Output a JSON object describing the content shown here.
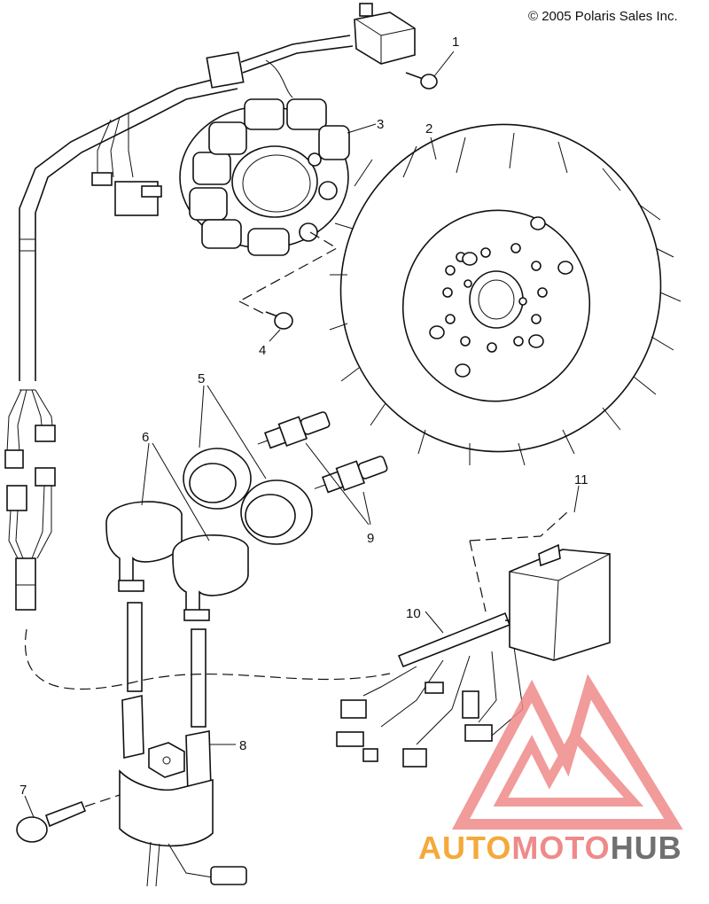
{
  "copyright": "© 2005 Polaris Sales Inc.",
  "callouts": {
    "c1": "1",
    "c2": "2",
    "c3": "3",
    "c4": "4",
    "c5": "5",
    "c6": "6",
    "c7": "7",
    "c8": "8",
    "c9": "9",
    "c10": "10",
    "c11": "11"
  },
  "watermark": {
    "part1": "AUTO",
    "part2": "MOTO",
    "part3": "HUB"
  },
  "colors": {
    "line": "#111111",
    "logo_red": "#ef8a8a",
    "logo_orange": "#f4a93a",
    "logo_gray": "#707070"
  }
}
